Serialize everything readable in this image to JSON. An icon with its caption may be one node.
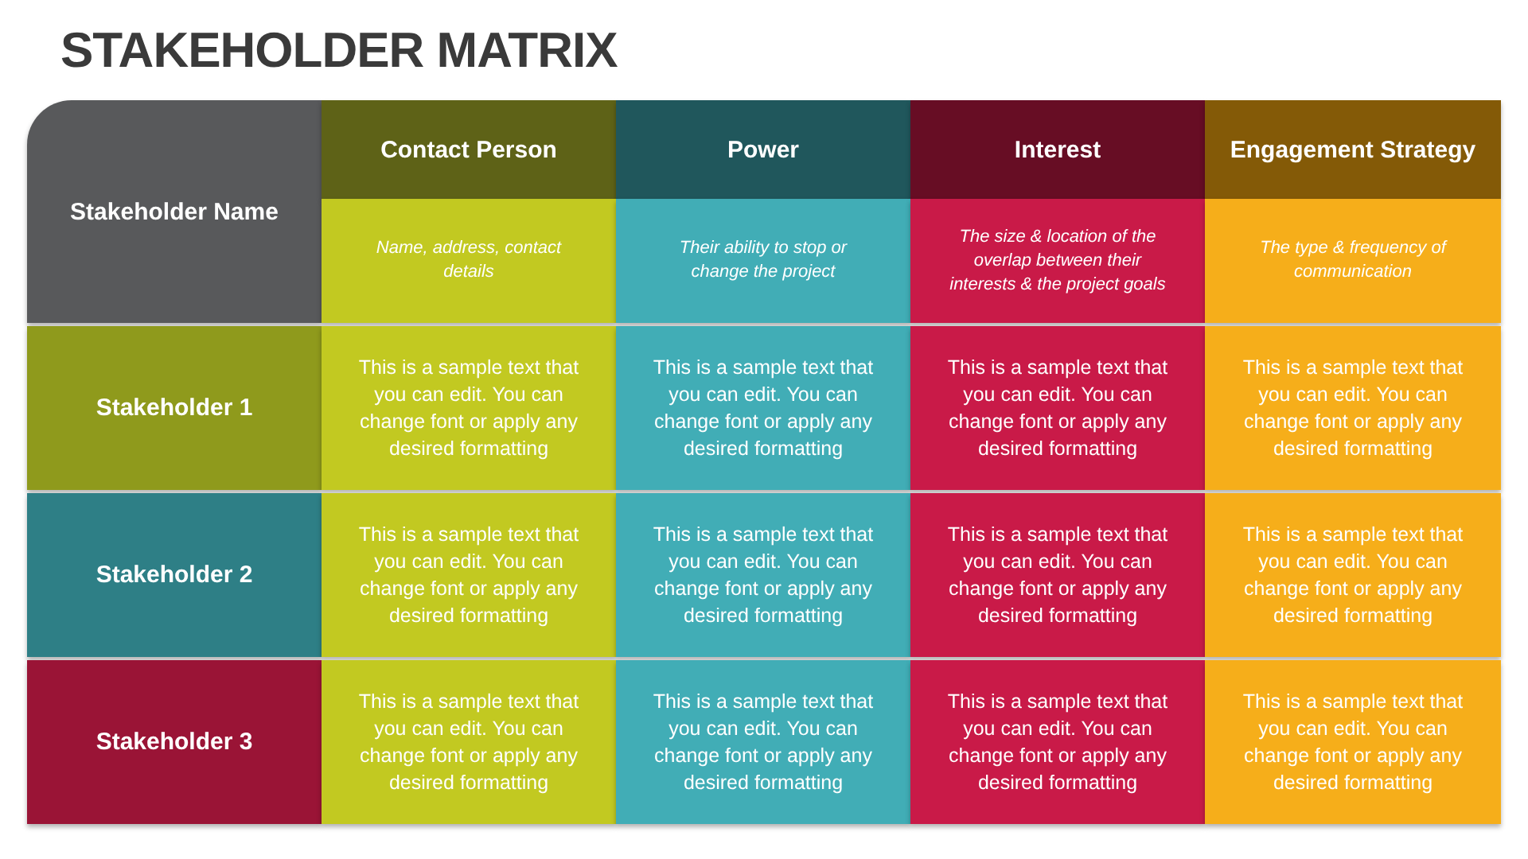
{
  "diagram": {
    "title": "STAKEHOLDER MATRIX",
    "labels": [
      "Stakeholder Name",
      "Contact Person",
      "Power",
      "Interest",
      "Engagement Strategy",
      "Name, address, contact details",
      "Their ability to stop or change the project",
      "The size & location of the overlap between their interests & the project goals",
      "The type & frequency of communication",
      "Stakeholder 1",
      "This is a sample text that you can edit. You can change font or apply any desired formatting",
      "This is a sample text that you can edit. You can change font or apply any desired formatting",
      "This is a sample text that you can edit. You can change font or apply any desired formatting",
      "This is a sample text that you can edit. You can change font or apply any desired formatting",
      "Stakeholder 2",
      "This is a sample text that you can edit. You can change font or apply any desired formatting",
      "This is a sample text that you can edit. You can change font or apply any desired formatting",
      "This is a sample text that you can edit. You can change font or apply any desired formatting",
      "This is a sample text that you can edit. You can change font or apply any desired formatting",
      "Stakeholder 3",
      "This is a sample text that you can edit. You can change font or apply any desired formatting",
      "This is a sample text that you can edit. You can change font or apply any desired formatting",
      "This is a sample text that you can edit. You can change font or apply any desired formatting",
      "This is a sample text that you can edit. You can change font or apply any desired formatting"
    ]
  }
}
